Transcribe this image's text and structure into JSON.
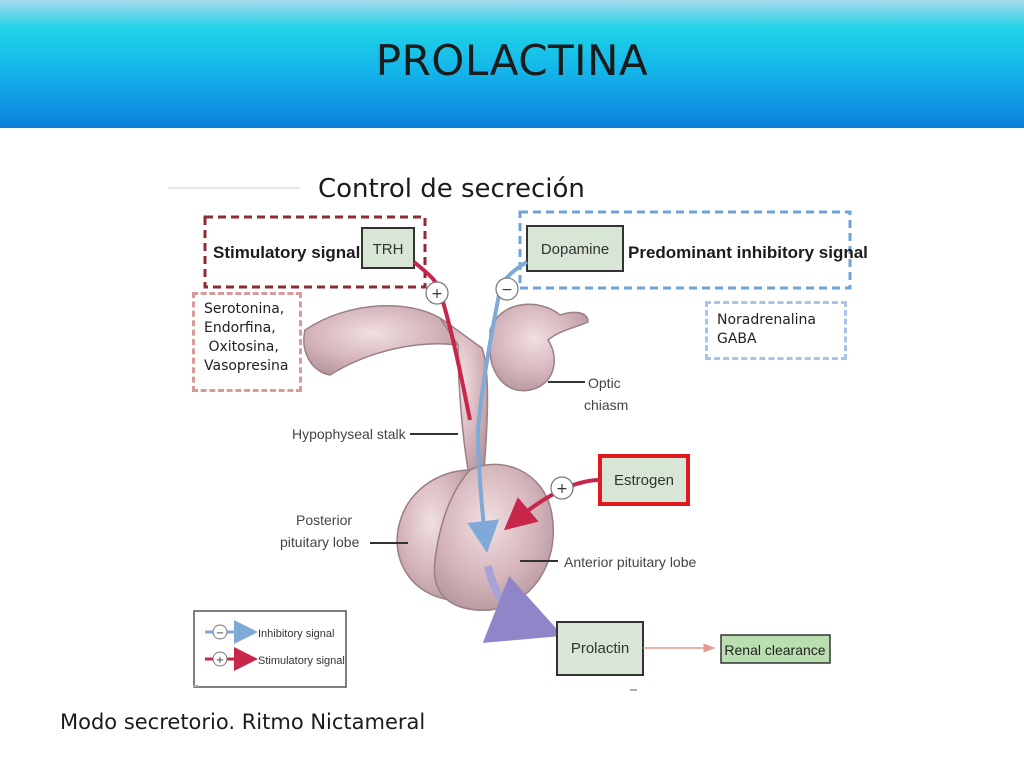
{
  "slide": {
    "title": "PROLACTINA",
    "subtitle": "Control de secreción",
    "footer": "Modo secretorio. Ritmo Nictameral"
  },
  "diagram": {
    "stimulatory_signal_label": "Stimulatory signal",
    "trh_label": "TRH",
    "dopamine_label": "Dopamine",
    "inhibitory_signal_label": "Predominant inhibitory signal",
    "plus_sign": "+",
    "minus_sign": "−",
    "stimulators_note": "Serotonina,\nEndorfina,\n Oxitosina,\nVasopresina",
    "inhibitors_note": "Noradrenalina\nGABA",
    "optic_chiasm_line1": "Optic",
    "optic_chiasm_line2": "chiasm",
    "hypophyseal_stalk": "Hypophyseal stalk",
    "posterior_line1": "Posterior",
    "posterior_line2": "pituitary lobe",
    "estrogen_label": "Estrogen",
    "anterior_lobe": "Anterior pituitary lobe",
    "prolactin_label": "Prolactin",
    "renal_clearance_label": "Renal clearance",
    "legend_inhibitory": "Inhibitory signal",
    "legend_stimulatory": "Stimulatory signal"
  },
  "colors": {
    "stimulatory": "#c8264a",
    "inhibitory": "#6fa5d6",
    "estrogen_border": "#e0191e",
    "box_fill": "#d8e6d6",
    "renal_fill": "#b9dfb0",
    "pituitary_fill": "#cfaeb4"
  }
}
